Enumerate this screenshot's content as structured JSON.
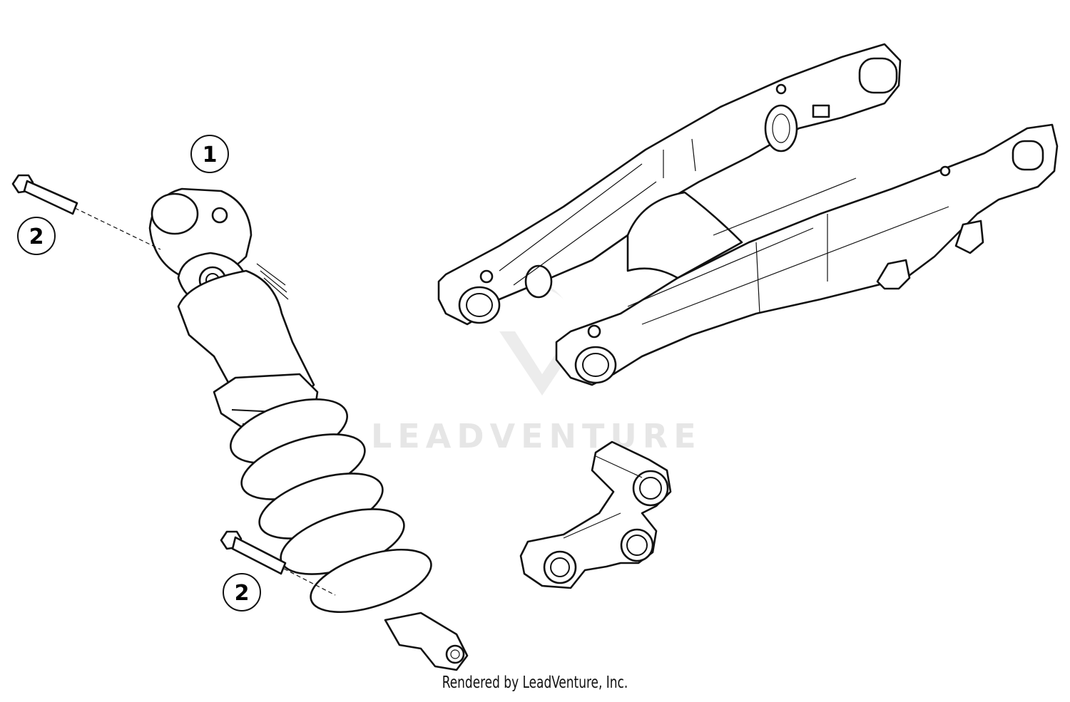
{
  "diagram": {
    "watermark": "LEADVENTURE",
    "footer": "Rendered by LeadVenture, Inc.",
    "callouts": [
      {
        "id": "callout-1",
        "label": "1"
      },
      {
        "id": "callout-2-upper",
        "label": "2"
      },
      {
        "id": "callout-2-lower",
        "label": "2"
      }
    ]
  }
}
